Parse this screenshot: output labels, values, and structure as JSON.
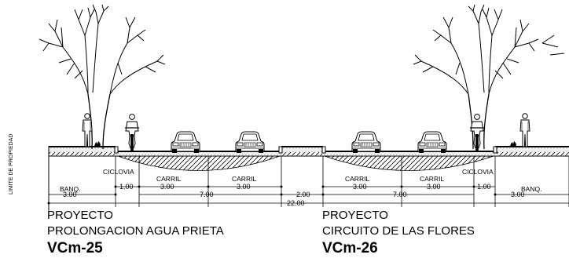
{
  "property_limit_label": "LIMITE DE PROPIEDAD",
  "labels": {
    "banq_left": "BANQ.",
    "banq_right": "BANQ.",
    "ciclovia_left": "CICLOVIA",
    "ciclovia_right": "CICLOVIA",
    "carril_1": "CARRIL",
    "carril_2": "CARRIL",
    "carril_3": "CARRIL",
    "carril_4": "CARRIL"
  },
  "dimensions": {
    "banq_left": "3.00",
    "ciclovia_left": "1.00",
    "carril_1": "3.00",
    "carril_2": "3.00",
    "roadway_left": "7.00",
    "median": "2.00",
    "carril_3": "3.00",
    "carril_4": "3.00",
    "roadway_right": "7.00",
    "ciclovia_right": "1.00",
    "banq_right": "3.00",
    "total": "22.00"
  },
  "projects": [
    {
      "heading": "PROYECTO",
      "name": "PROLONGACION AGUA PRIETA",
      "code": "VCm-25"
    },
    {
      "heading": "PROYECTO",
      "name": "CIRCUITO DE LAS FLORES",
      "code": "VCm-26"
    }
  ]
}
